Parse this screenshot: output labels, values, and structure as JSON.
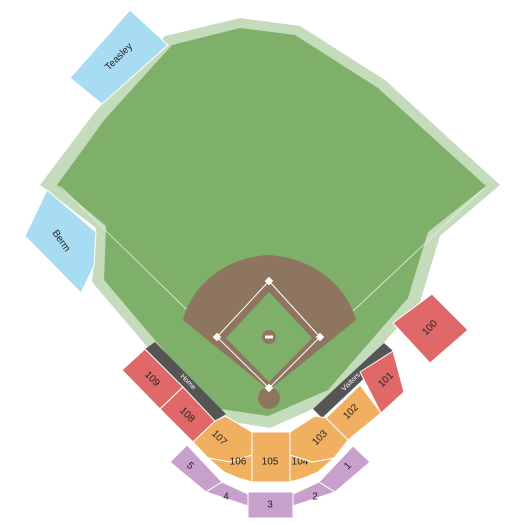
{
  "colors": {
    "outfield": "#7fb06a",
    "warning_track": "#c5dcbc",
    "infield_dirt": "#8e7560",
    "infield_grass": "#7fb06a",
    "base": "#ffffff",
    "lawn": "#a8dcf2",
    "field_level": "#f0b060",
    "lower_level": "#c8a0cc",
    "outer_level": "#e06868",
    "dugout": "#555555"
  },
  "lawn_sections": [
    {
      "id": "teasley",
      "label": "Teasley"
    },
    {
      "id": "berm",
      "label": "Berm"
    }
  ],
  "dugouts": [
    {
      "id": "home",
      "label": "Home"
    },
    {
      "id": "visitors",
      "label": "Visitors"
    }
  ],
  "sections_orange": [
    {
      "id": "107",
      "label": "107"
    },
    {
      "id": "106",
      "label": "106"
    },
    {
      "id": "105",
      "label": "105"
    },
    {
      "id": "104",
      "label": "104"
    },
    {
      "id": "103",
      "label": "103"
    },
    {
      "id": "102",
      "label": "102"
    }
  ],
  "sections_purple": [
    {
      "id": "5",
      "label": "5"
    },
    {
      "id": "4",
      "label": "4"
    },
    {
      "id": "3",
      "label": "3"
    },
    {
      "id": "2",
      "label": "2"
    },
    {
      "id": "1",
      "label": "1"
    }
  ],
  "sections_red": [
    {
      "id": "109",
      "label": "109"
    },
    {
      "id": "108",
      "label": "108"
    },
    {
      "id": "101",
      "label": "101"
    },
    {
      "id": "100",
      "label": "100"
    }
  ]
}
